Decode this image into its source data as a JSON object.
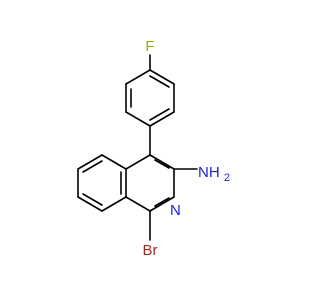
{
  "molecule": {
    "atoms": {
      "fluorine": {
        "label": "F",
        "color": "#8fb300"
      },
      "amine": {
        "label": "NH",
        "subscript": "2",
        "color": "#1f1fd6"
      },
      "ring_nitrogen": {
        "label": "N",
        "color": "#1f1fd6"
      },
      "bromine": {
        "label": "Br",
        "color": "#a52a2a"
      }
    }
  }
}
